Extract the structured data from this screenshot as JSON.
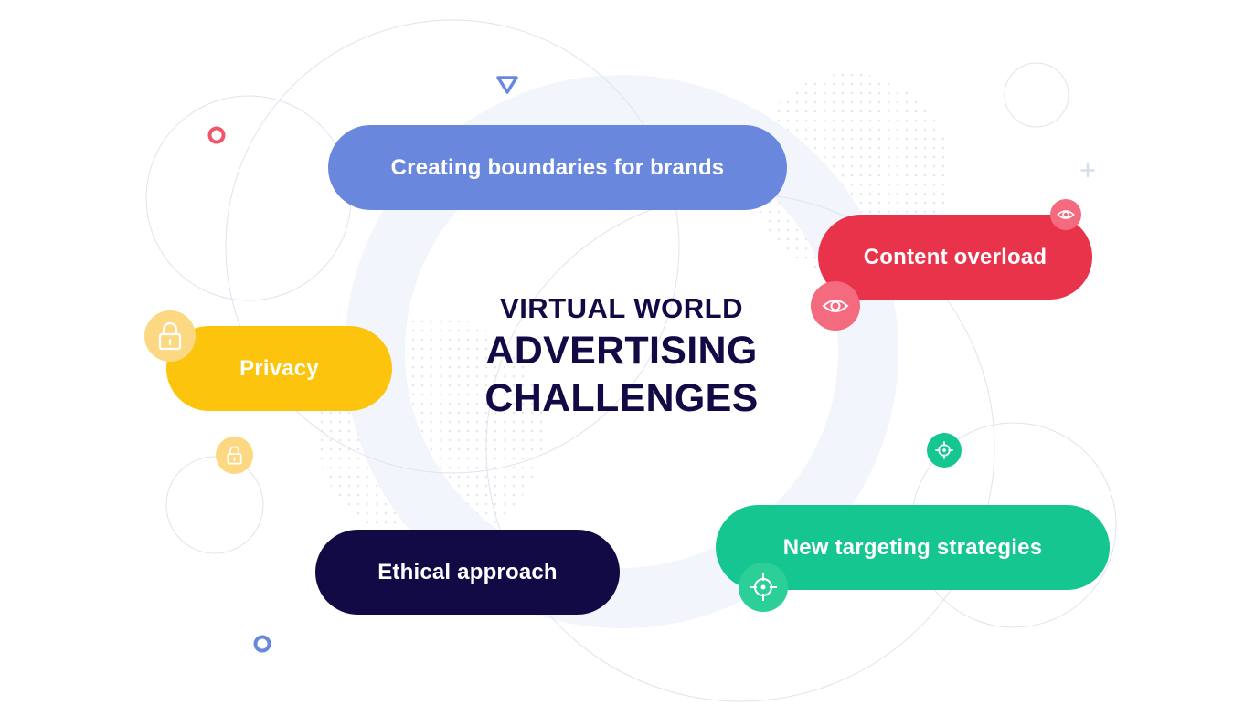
{
  "title": {
    "line1": "VIRTUAL WORLD",
    "line2": "ADVERTISING",
    "line3": "CHALLENGES"
  },
  "challenges": [
    {
      "label": "Creating boundaries for brands",
      "color": "#6a87de",
      "icon": null
    },
    {
      "label": "Content overload",
      "color": "#e8334a",
      "icon": "eye-icon"
    },
    {
      "label": "Privacy",
      "color": "#fdc40d",
      "icon": "lock-icon"
    },
    {
      "label": "Ethical approach",
      "color": "#120a45",
      "icon": null
    },
    {
      "label": "New targeting strategies",
      "color": "#15c690",
      "icon": "crosshair-icon"
    }
  ],
  "colors": {
    "title": "#120a45",
    "ring": "#f2f5fc",
    "outline_circles": "#dfe3ee",
    "eye_badge": "#f46a7f",
    "lock_badge": "#fdd882",
    "target_badge": "#2bcf97"
  }
}
